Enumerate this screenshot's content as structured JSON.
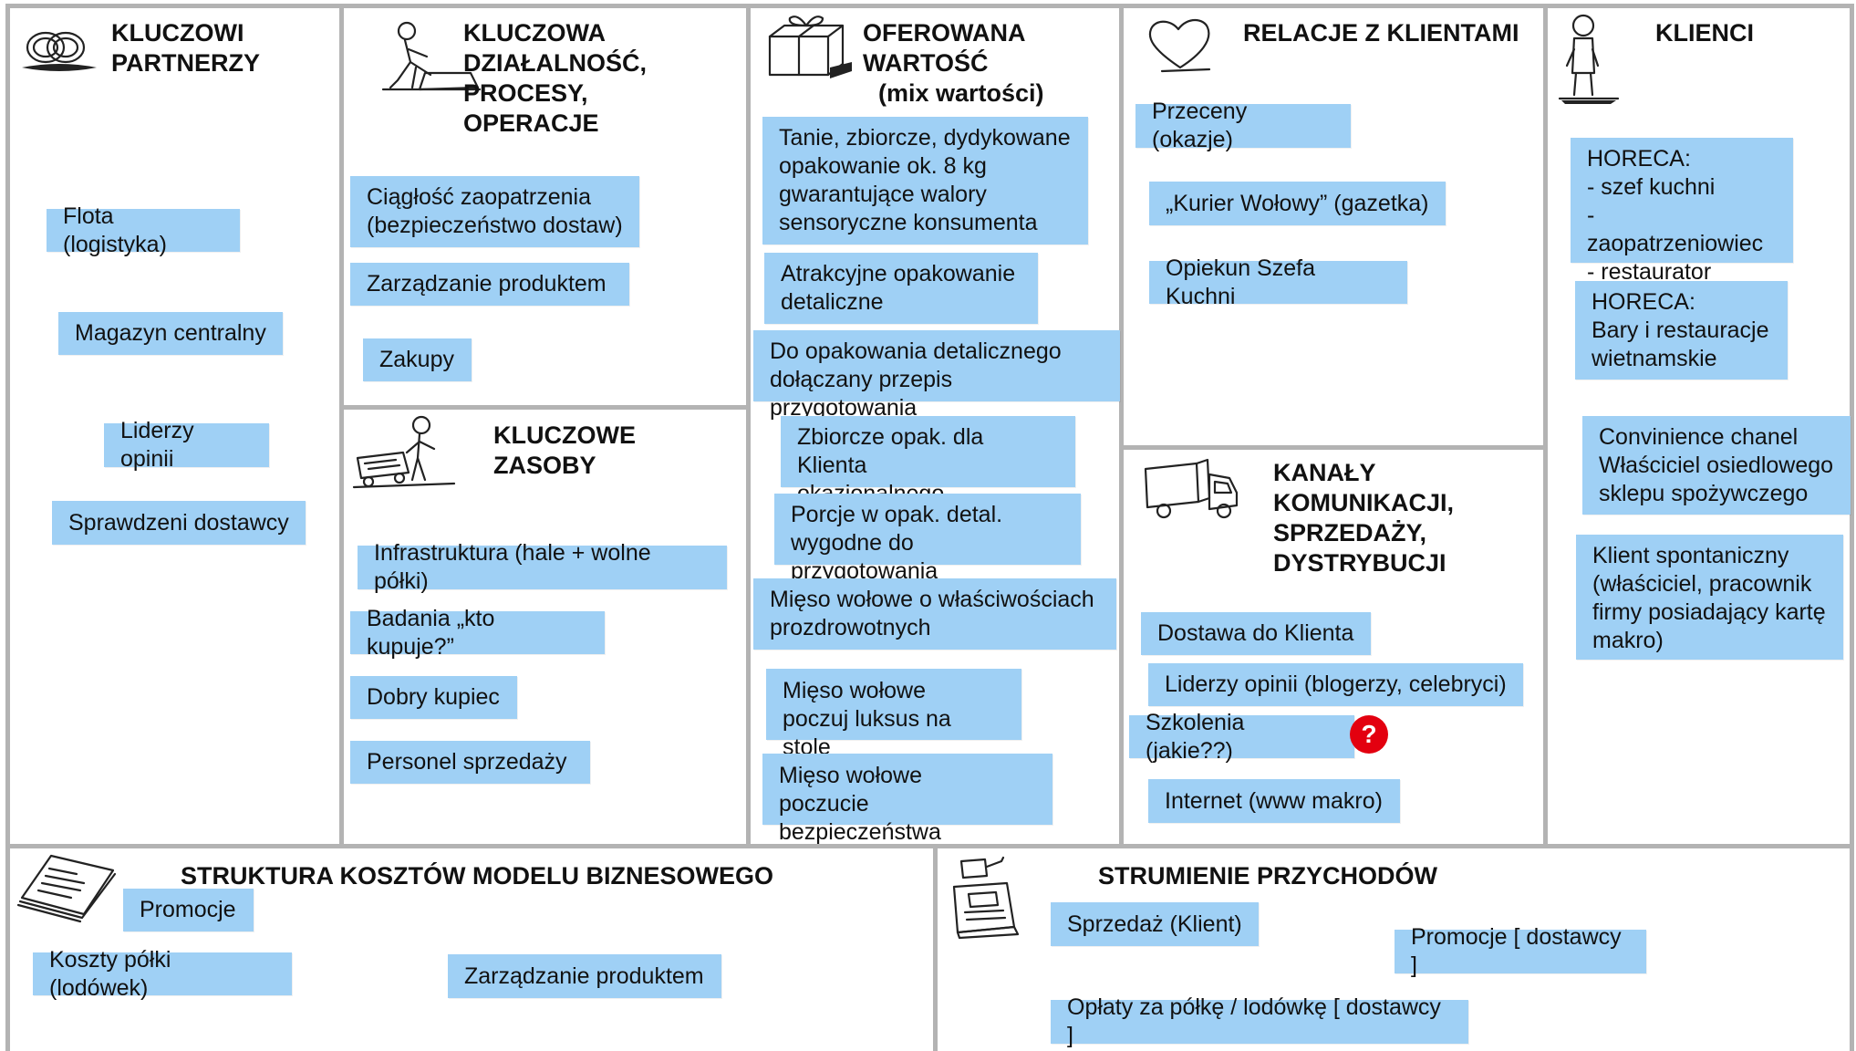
{
  "sections": {
    "kluczowi_partnerzy": {
      "title": "KLUCZOWI\nPARTNERZY",
      "items": [
        "Flota (logistyka)",
        "Magazyn centralny",
        "Liderzy opinii",
        "Sprawdzeni dostawcy"
      ]
    },
    "kluczowa_dzialalnosc": {
      "title": "KLUCZOWA\nDZIAŁALNOŚĆ,\nPROCESY,\nOPERACJE",
      "items": [
        "Ciągłość zaopatrzenia\n(bezpieczeństwo dostaw)",
        "Zarządzanie produktem",
        "Zakupy"
      ]
    },
    "kluczowe_zasoby": {
      "title": "KLUCZOWE\nZASOBY",
      "items": [
        "Infrastruktura (hale + wolne półki)",
        "Badania „kto kupuje?”",
        "Dobry kupiec",
        "Personel sprzedaży"
      ]
    },
    "oferowana_wartosc": {
      "title": "OFEROWANA\nWARTOŚĆ",
      "subtitle": "(mix wartości)",
      "items": [
        "Tanie, zbiorcze, dydykowane\n opakowanie ok. 8 kg\ngwarantujące walory\nsensoryczne konsumenta",
        "Atrakcyjne opakowanie\ndetaliczne",
        "  Do opakowania detalicznego\ndołączany przepis przygotowania",
        "Zbiorcze opak. dla Klienta\nokazjonalnego",
        "Porcje w opak. detal.\nwygodne do przygotowania",
        "Mięso wołowe o właściwościach\nprozdrowotnych",
        "Mięso wołowe\npoczuj luksus na stole",
        "Mięso wołowe\npoczucie bezpieczeństwa"
      ]
    },
    "relacje": {
      "title": "RELACJE Z KLIENTAMI",
      "items": [
        "Przeceny (okazje)",
        "„Kurier Wołowy” (gazetka)",
        "Opiekun Szefa Kuchni"
      ]
    },
    "kanaly": {
      "title": "KANAŁY\nKOMUNIKACJI,\nSPRZEDAŻY,\nDYSTRYBUCJI",
      "items": [
        "Dostawa do Klienta",
        "Liderzy opinii (blogerzy, celebryci)",
        "Szkolenia (jakie??)",
        "Internet (www makro)"
      ],
      "badge": "?"
    },
    "klienci": {
      "title": "KLIENCI",
      "items": [
        "HORECA:\n- szef kuchni\n- zaopatrzeniowiec\n- restaurator",
        "HORECA:\nBary i restauracje\nwietnamskie",
        "Convinience chanel\nWłaściciel osiedlowego\nsklepu spożywczego",
        "Klient spontaniczny\n(właściciel,  pracownik\nfirmy posiadający kartę\nmakro)"
      ]
    },
    "struktura_kosztow": {
      "title": "STRUKTURA  KOSZTÓW  MODELU BIZNESOWEGO",
      "items": [
        "Promocje",
        "Koszty półki (lodówek)",
        "Zarządzanie produktem"
      ]
    },
    "strumienie": {
      "title": "STRUMIENIE PRZYCHODÓW",
      "items": [
        "Sprzedaż (Klient)",
        "Promocje [ dostawcy ]",
        "Opłaty za półkę / lodówkę [ dostawcy ]"
      ]
    }
  },
  "colors": {
    "note": "#9fd0f5",
    "border": "#b3b3b3",
    "badge": "#e3000f"
  },
  "icons": [
    "rings-icon",
    "worker-icon",
    "gift-icon",
    "heart-icon",
    "person-icon",
    "forklift-worker-icon",
    "truck-icon",
    "invoice-icon",
    "cash-register-icon",
    "question-icon"
  ]
}
